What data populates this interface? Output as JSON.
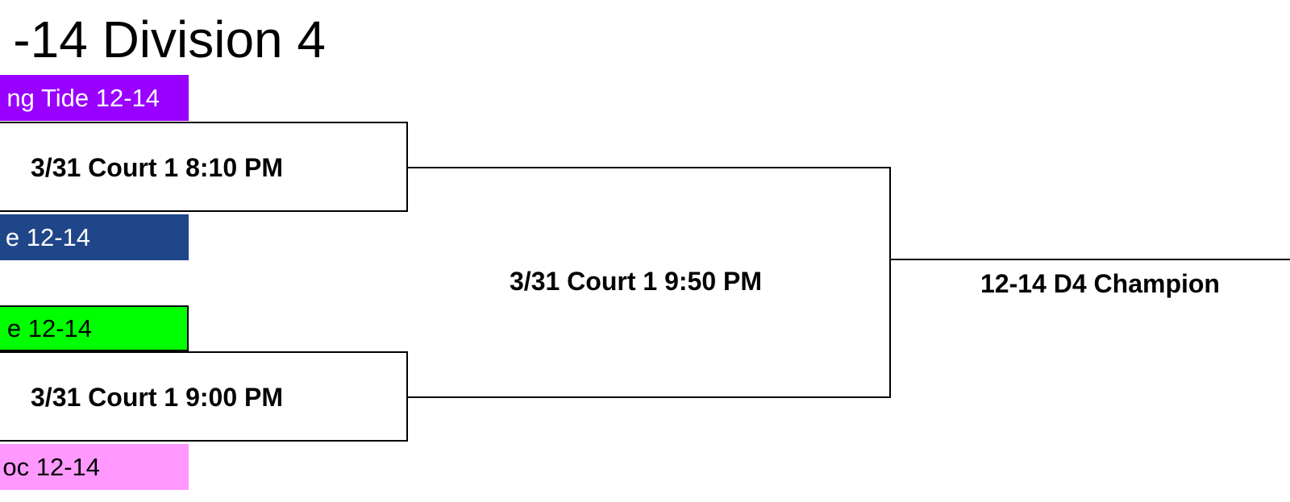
{
  "bracket": {
    "title": "-14 Division 4",
    "teams": [
      {
        "label": "ng Tide 12-14",
        "color": "#9900ff"
      },
      {
        "label": "e 12-14",
        "color": "#1f4688"
      },
      {
        "label": "e 12-14",
        "color": "#00ff00"
      },
      {
        "label": "oc 12-14",
        "color": "#ff99ff"
      }
    ],
    "games": {
      "semifinal_1": "3/31 Court 1 8:10 PM",
      "semifinal_2": "3/31 Court 1 9:00 PM",
      "final": "3/31 Court 1 9:50 PM"
    },
    "champion": "12-14 D4 Champion"
  }
}
